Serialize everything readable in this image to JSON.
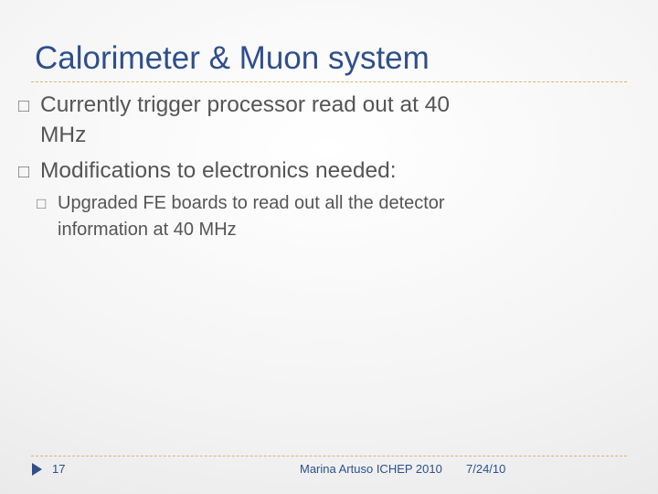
{
  "slide": {
    "title": "Calorimeter & Muon system",
    "bullets": [
      {
        "marker": "□",
        "line1": "Currently trigger processor read out at 40",
        "line2": "MHz"
      },
      {
        "marker": "□",
        "line1": "Modifications to electronics needed:"
      }
    ],
    "sub_bullets": [
      {
        "marker": "□",
        "line1": "Upgraded FE boards to read out  all the detector",
        "line2": "information at 40 MHz"
      }
    ]
  },
  "footer": {
    "page_number": "17",
    "author": "Marina Artuso ICHEP 2010",
    "date": "7/24/10",
    "arrow_icon": "play-arrow-icon"
  },
  "colors": {
    "title": "#2e4f8c",
    "body_text": "#555555",
    "rule": "#e0b07a",
    "footer": "#2e4f8c"
  }
}
